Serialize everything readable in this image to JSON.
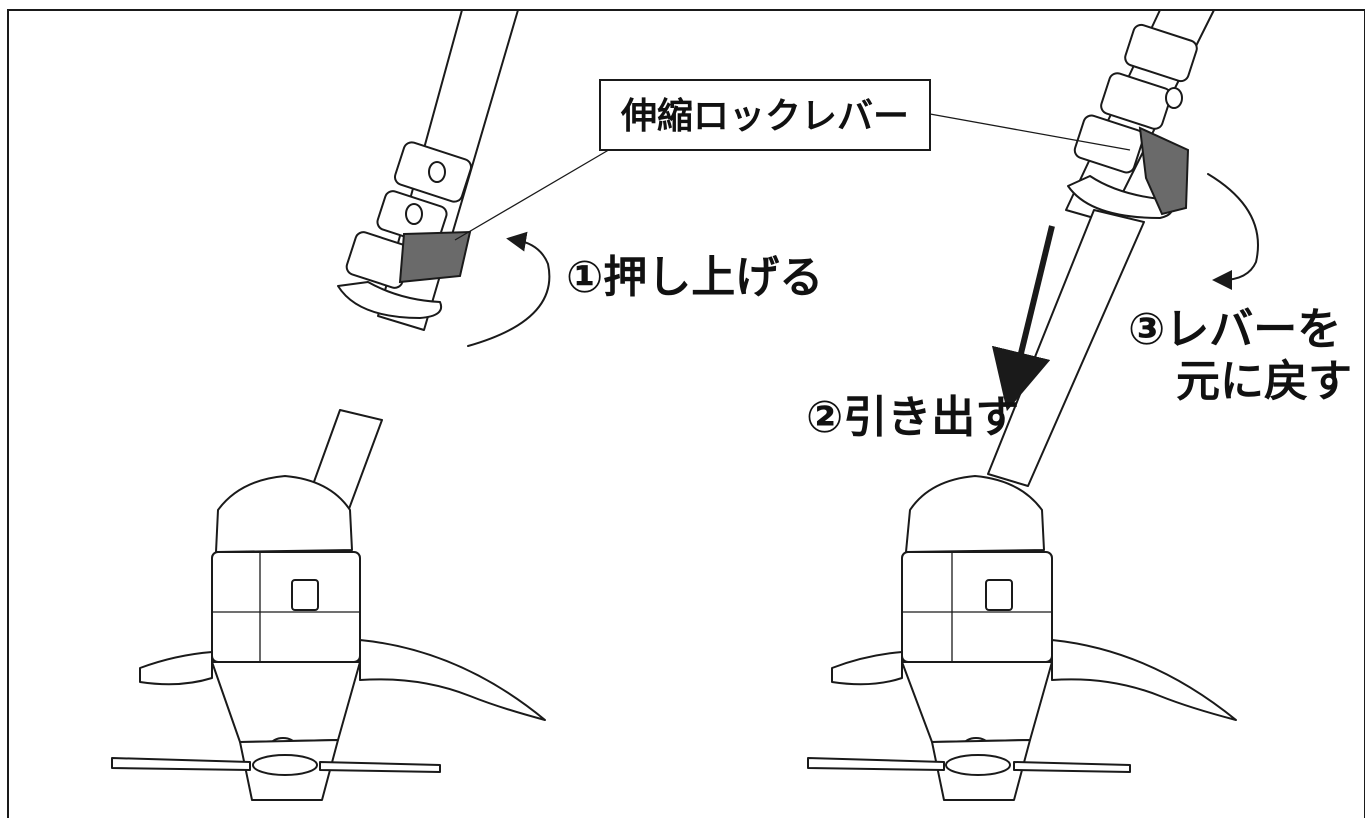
{
  "labels": {
    "lever_name": "伸縮ロックレバー",
    "step1": "①押し上げる",
    "step2": "②引き出す",
    "step3_line1": "③レバーを",
    "step3_line2": "元に戻す"
  },
  "colors": {
    "line": "#1a1a1a",
    "lever_fill": "#6a6a6a",
    "background": "#ffffff"
  }
}
